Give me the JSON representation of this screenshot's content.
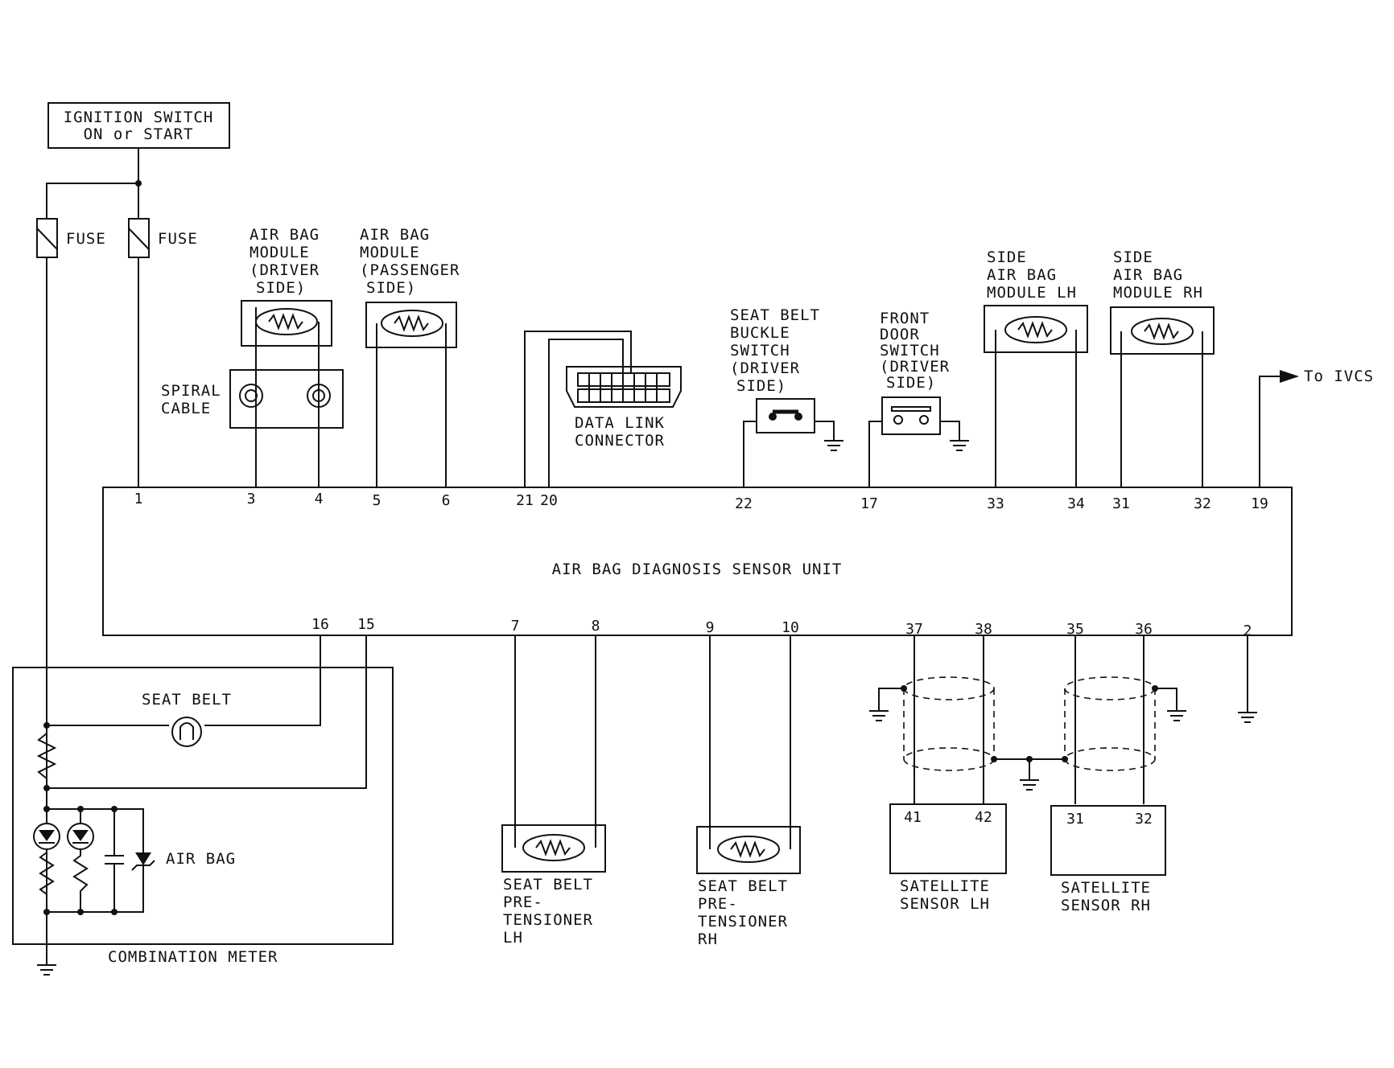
{
  "components": {
    "ignition_switch": [
      "IGNITION SWITCH",
      "ON or START"
    ],
    "fuse_1": "FUSE",
    "fuse_2": "FUSE",
    "airbag_driver": [
      "AIR BAG",
      "MODULE",
      "(DRIVER",
      "SIDE)"
    ],
    "airbag_passenger": [
      "AIR BAG",
      "MODULE",
      "(PASSENGER",
      "SIDE)"
    ],
    "spiral_cable": [
      "SPIRAL",
      "CABLE"
    ],
    "data_link_connector": [
      "DATA LINK",
      "CONNECTOR"
    ],
    "seat_belt_buckle_switch": [
      "SEAT BELT",
      "BUCKLE",
      "SWITCH",
      "(DRIVER",
      "SIDE)"
    ],
    "front_door_switch": [
      "FRONT",
      "DOOR",
      "SWITCH",
      "(DRIVER",
      "SIDE)"
    ],
    "side_airbag_lh": [
      "SIDE",
      "AIR BAG",
      "MODULE LH"
    ],
    "side_airbag_rh": [
      "SIDE",
      "AIR BAG",
      "MODULE RH"
    ],
    "to_ivcs": "To IVCS",
    "sensor_unit": "AIR BAG DIAGNOSIS SENSOR UNIT",
    "seat_belt_lamp": "SEAT BELT",
    "air_bag_lamp": "AIR BAG",
    "combination_meter": "COMBINATION METER",
    "pretensioner_lh": [
      "SEAT BELT",
      "PRE-",
      "TENSIONER",
      "LH"
    ],
    "pretensioner_rh": [
      "SEAT BELT",
      "PRE-",
      "TENSIONER",
      "RH"
    ],
    "satellite_lh": [
      "SATELLITE",
      "SENSOR LH"
    ],
    "satellite_rh": [
      "SATELLITE",
      "SENSOR RH"
    ]
  },
  "pins_top": {
    "p1": "1",
    "p3": "3",
    "p4": "4",
    "p5": "5",
    "p6": "6",
    "p21": "21",
    "p20": "20",
    "p22": "22",
    "p17": "17",
    "p33": "33",
    "p34": "34",
    "p31": "31",
    "p32": "32",
    "p19": "19"
  },
  "pins_bottom": {
    "p16": "16",
    "p15": "15",
    "p7": "7",
    "p8": "8",
    "p9": "9",
    "p10": "10",
    "p37": "37",
    "p38": "38",
    "p35": "35",
    "p36": "36",
    "p2": "2"
  },
  "satellite_pins": {
    "lh_a": "41",
    "lh_b": "42",
    "rh_a": "31",
    "rh_b": "32"
  }
}
